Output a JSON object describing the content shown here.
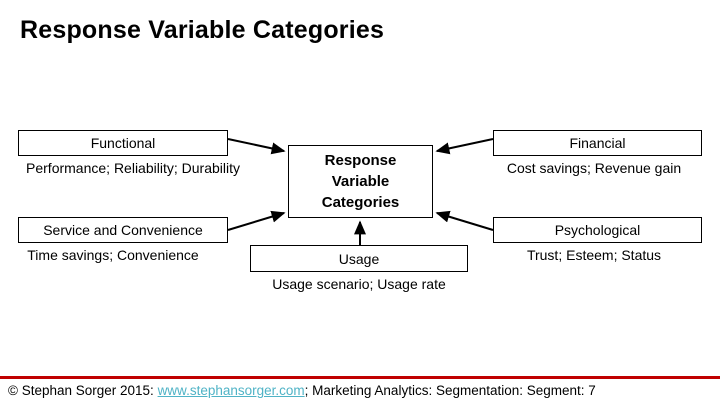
{
  "slide": {
    "title": "Response Variable Categories"
  },
  "diagram": {
    "center": {
      "line1": "Response",
      "line2": "Variable",
      "line3": "Categories"
    },
    "nodes": [
      {
        "id": "functional",
        "label": "Functional",
        "examples": "Performance; Reliability; Durability"
      },
      {
        "id": "service",
        "label": "Service and Convenience",
        "examples": "Time savings; Convenience"
      },
      {
        "id": "financial",
        "label": "Financial",
        "examples": "Cost savings; Revenue gain"
      },
      {
        "id": "psychological",
        "label": "Psychological",
        "examples": "Trust; Esteem; Status"
      },
      {
        "id": "usage",
        "label": "Usage",
        "examples": "Usage scenario; Usage rate"
      }
    ]
  },
  "footer": {
    "prefix": "© Stephan Sorger 2015: ",
    "link": "www.stephansorger.com",
    "suffix": "; Marketing Analytics: Segmentation: Segment: 7",
    "rule_color": "#C00000",
    "link_color": "#4FB3C6"
  }
}
